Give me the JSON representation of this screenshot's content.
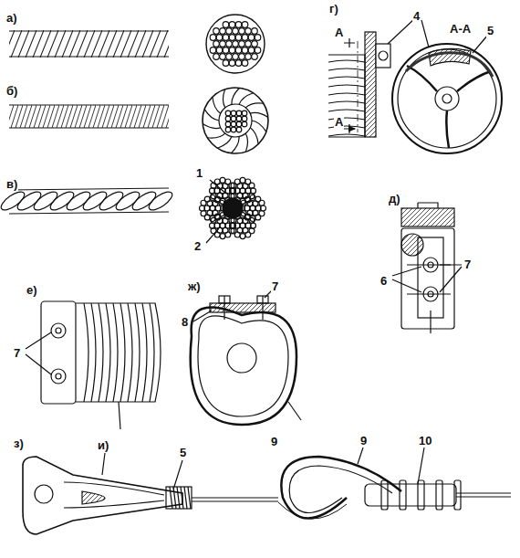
{
  "diagram": {
    "labels": [
      "а)",
      "г)",
      "4",
      "А-А",
      "5",
      "А",
      "А",
      "б)",
      "в)",
      "1",
      "2",
      "д)",
      "7",
      "6",
      "е)",
      "ж)",
      "7",
      "8",
      "7",
      "з)",
      "и)",
      "5",
      "9",
      "9",
      "10"
    ]
  }
}
